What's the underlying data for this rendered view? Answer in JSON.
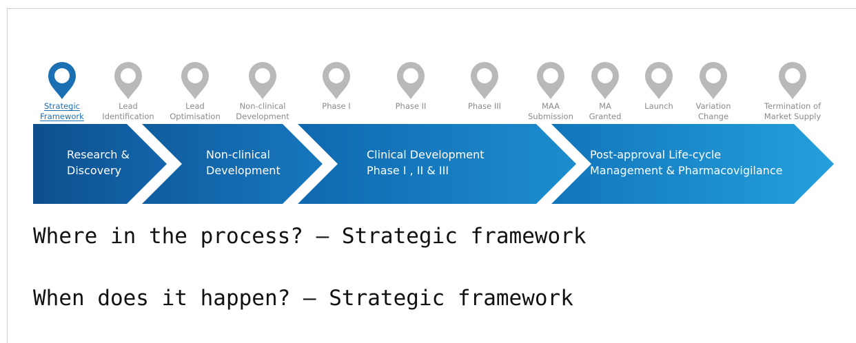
{
  "colors": {
    "active_pin": "#1b6fb3",
    "inactive_pin": "#b9b9b9",
    "arrow_dark": "#0d5a9a",
    "arrow_light": "#1f95d4"
  },
  "milestones": [
    {
      "label": "Strategic\nFramework",
      "active": true,
      "icon": "map-pin-icon"
    },
    {
      "label": "Lead\nIdentification",
      "active": false,
      "icon": "map-pin-icon"
    },
    {
      "label": "Lead\nOptimisation",
      "active": false,
      "icon": "map-pin-icon"
    },
    {
      "label": "Non-clinical\nDevelopment",
      "active": false,
      "icon": "map-pin-icon"
    },
    {
      "label": "Phase I",
      "active": false,
      "icon": "map-pin-icon"
    },
    {
      "label": "Phase II",
      "active": false,
      "icon": "map-pin-icon"
    },
    {
      "label": "Phase III",
      "active": false,
      "icon": "map-pin-icon"
    },
    {
      "label": "MAA\nSubmission",
      "active": false,
      "icon": "map-pin-icon"
    },
    {
      "label": "MA\nGranted",
      "active": false,
      "icon": "map-pin-icon"
    },
    {
      "label": "Launch",
      "active": false,
      "icon": "map-pin-icon"
    },
    {
      "label": "Variation\nChange",
      "active": false,
      "icon": "map-pin-icon"
    },
    {
      "label": "Termination of\nMarket Supply",
      "active": false,
      "icon": "map-pin-icon"
    }
  ],
  "stages": [
    {
      "label": "Research &\nDiscovery"
    },
    {
      "label": "Non-clinical\nDevelopment"
    },
    {
      "label": "Clinical Development\nPhase I , II & III"
    },
    {
      "label": "Post-approval Life-cycle\nManagement & Pharmacovigilance"
    }
  ],
  "questions": {
    "where": "Where in the process? – Strategic framework",
    "when": "When does it happen? – Strategic framework"
  }
}
